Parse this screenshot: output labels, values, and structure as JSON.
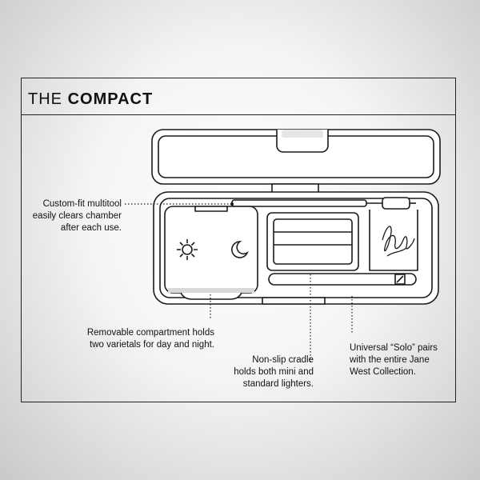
{
  "title": {
    "light": "THE",
    "bold": "COMPACT"
  },
  "callouts": {
    "multitool": [
      "Custom-fit multitool",
      "easily clears chamber",
      "after each use."
    ],
    "compartment": [
      "Removable compartment holds",
      "two varietals for day and night."
    ],
    "cradle": [
      "Non-slip cradle",
      "holds both mini and",
      "standard lighters."
    ],
    "solo": [
      "Universal “Solo” pairs",
      "with the entire Jane",
      "West Collection."
    ]
  },
  "icons": {
    "sun": "sun-icon",
    "moon": "moon-icon"
  },
  "colors": {
    "line": "#1a1a1a",
    "fill": "#ffffff",
    "shade": "#d9d9d9"
  }
}
